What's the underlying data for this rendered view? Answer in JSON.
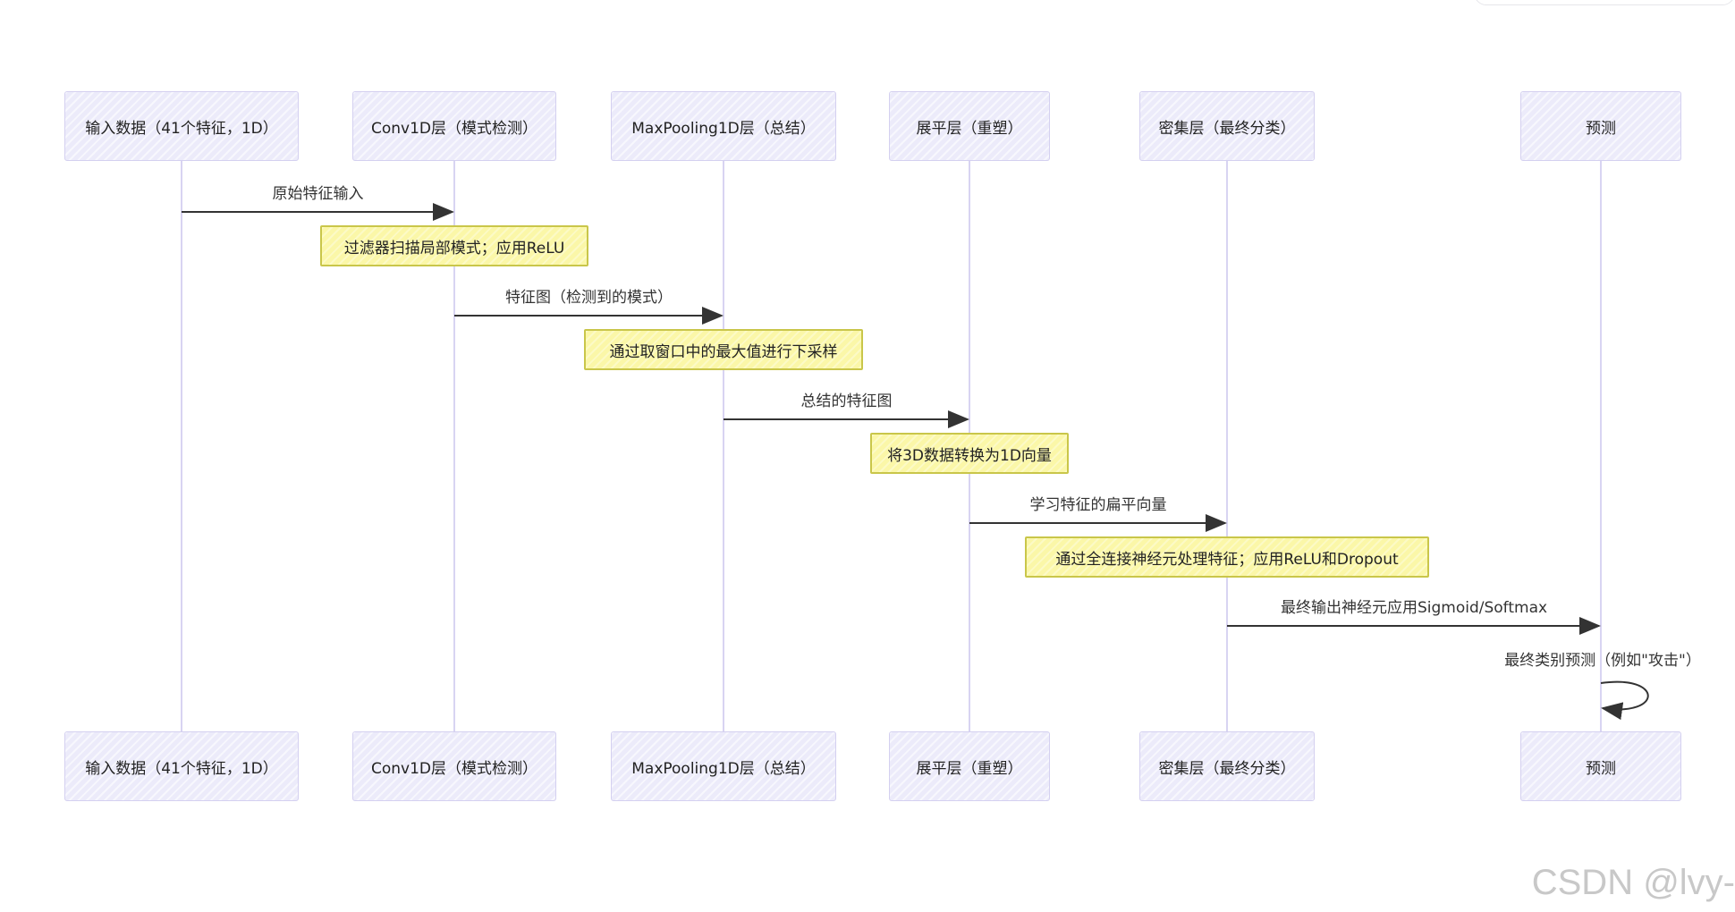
{
  "participants": [
    {
      "id": "input",
      "label": "输入数据（41个特征，1D）"
    },
    {
      "id": "conv",
      "label": "Conv1D层（模式检测）"
    },
    {
      "id": "pool",
      "label": "MaxPooling1D层（总结）"
    },
    {
      "id": "flatten",
      "label": "展平层（重塑）"
    },
    {
      "id": "dense",
      "label": "密集层（最终分类）"
    },
    {
      "id": "predict",
      "label": "预测"
    }
  ],
  "messages": [
    {
      "from": "input",
      "to": "conv",
      "label": "原始特征输入"
    },
    {
      "from": "conv",
      "to": "pool",
      "label": "特征图（检测到的模式）"
    },
    {
      "from": "pool",
      "to": "flatten",
      "label": "总结的特征图"
    },
    {
      "from": "flatten",
      "to": "dense",
      "label": "学习特征的扁平向量"
    },
    {
      "from": "dense",
      "to": "predict",
      "label": "最终输出神经元应用Sigmoid/Softmax"
    },
    {
      "from": "predict",
      "to": "predict",
      "label": "最终类别预测（例如\"攻击\"）"
    }
  ],
  "notes": [
    {
      "over": "conv",
      "text": "过滤器扫描局部模式；应用ReLU"
    },
    {
      "over": "pool",
      "text": "通过取窗口中的最大值进行下采样"
    },
    {
      "over": "flatten",
      "text": "将3D数据转换为1D向量"
    },
    {
      "over": "dense",
      "text": "通过全连接神经元处理特征；应用ReLU和Dropout"
    }
  ],
  "watermark": "CSDN @lvy-",
  "colors": {
    "participant_fill": "#ecebfa",
    "participant_border": "#d4d0f0",
    "lifeline": "#d8d4f2",
    "note_fill": "#fbf7a8",
    "note_border": "#c9c64a",
    "arrow": "#333333"
  }
}
